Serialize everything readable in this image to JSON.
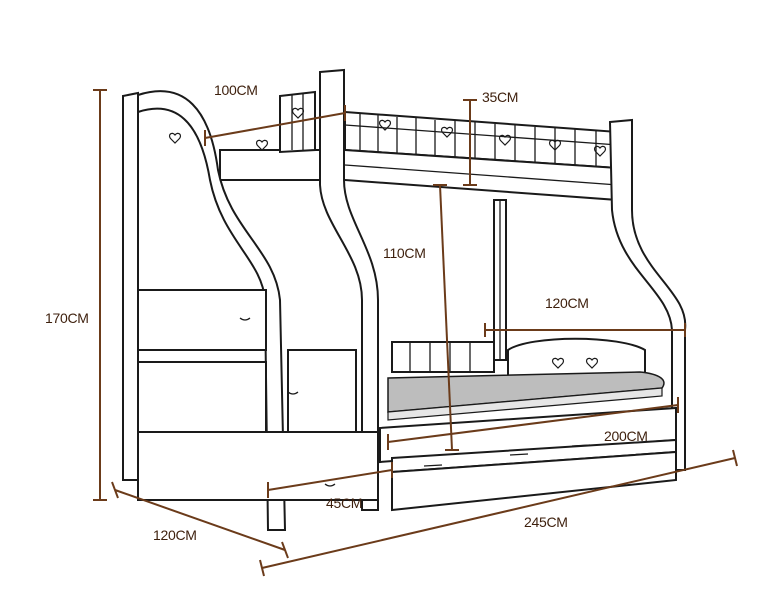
{
  "dimensions": {
    "upper_bunk_length": "100CM",
    "guard_rail_height": "35CM",
    "lower_bunk_clearance": "110CM",
    "total_height": "170CM",
    "lower_bunk_width": "120CM",
    "mattress_length": "200CM",
    "stair_depth": "45CM",
    "base_depth": "120CM",
    "total_length": "245CM"
  },
  "colors": {
    "dimension_line": "#6b3b1a",
    "dimension_text": "#3d1f0c",
    "outline": "#1a1a1a",
    "mattress": "#bdbdbd"
  }
}
